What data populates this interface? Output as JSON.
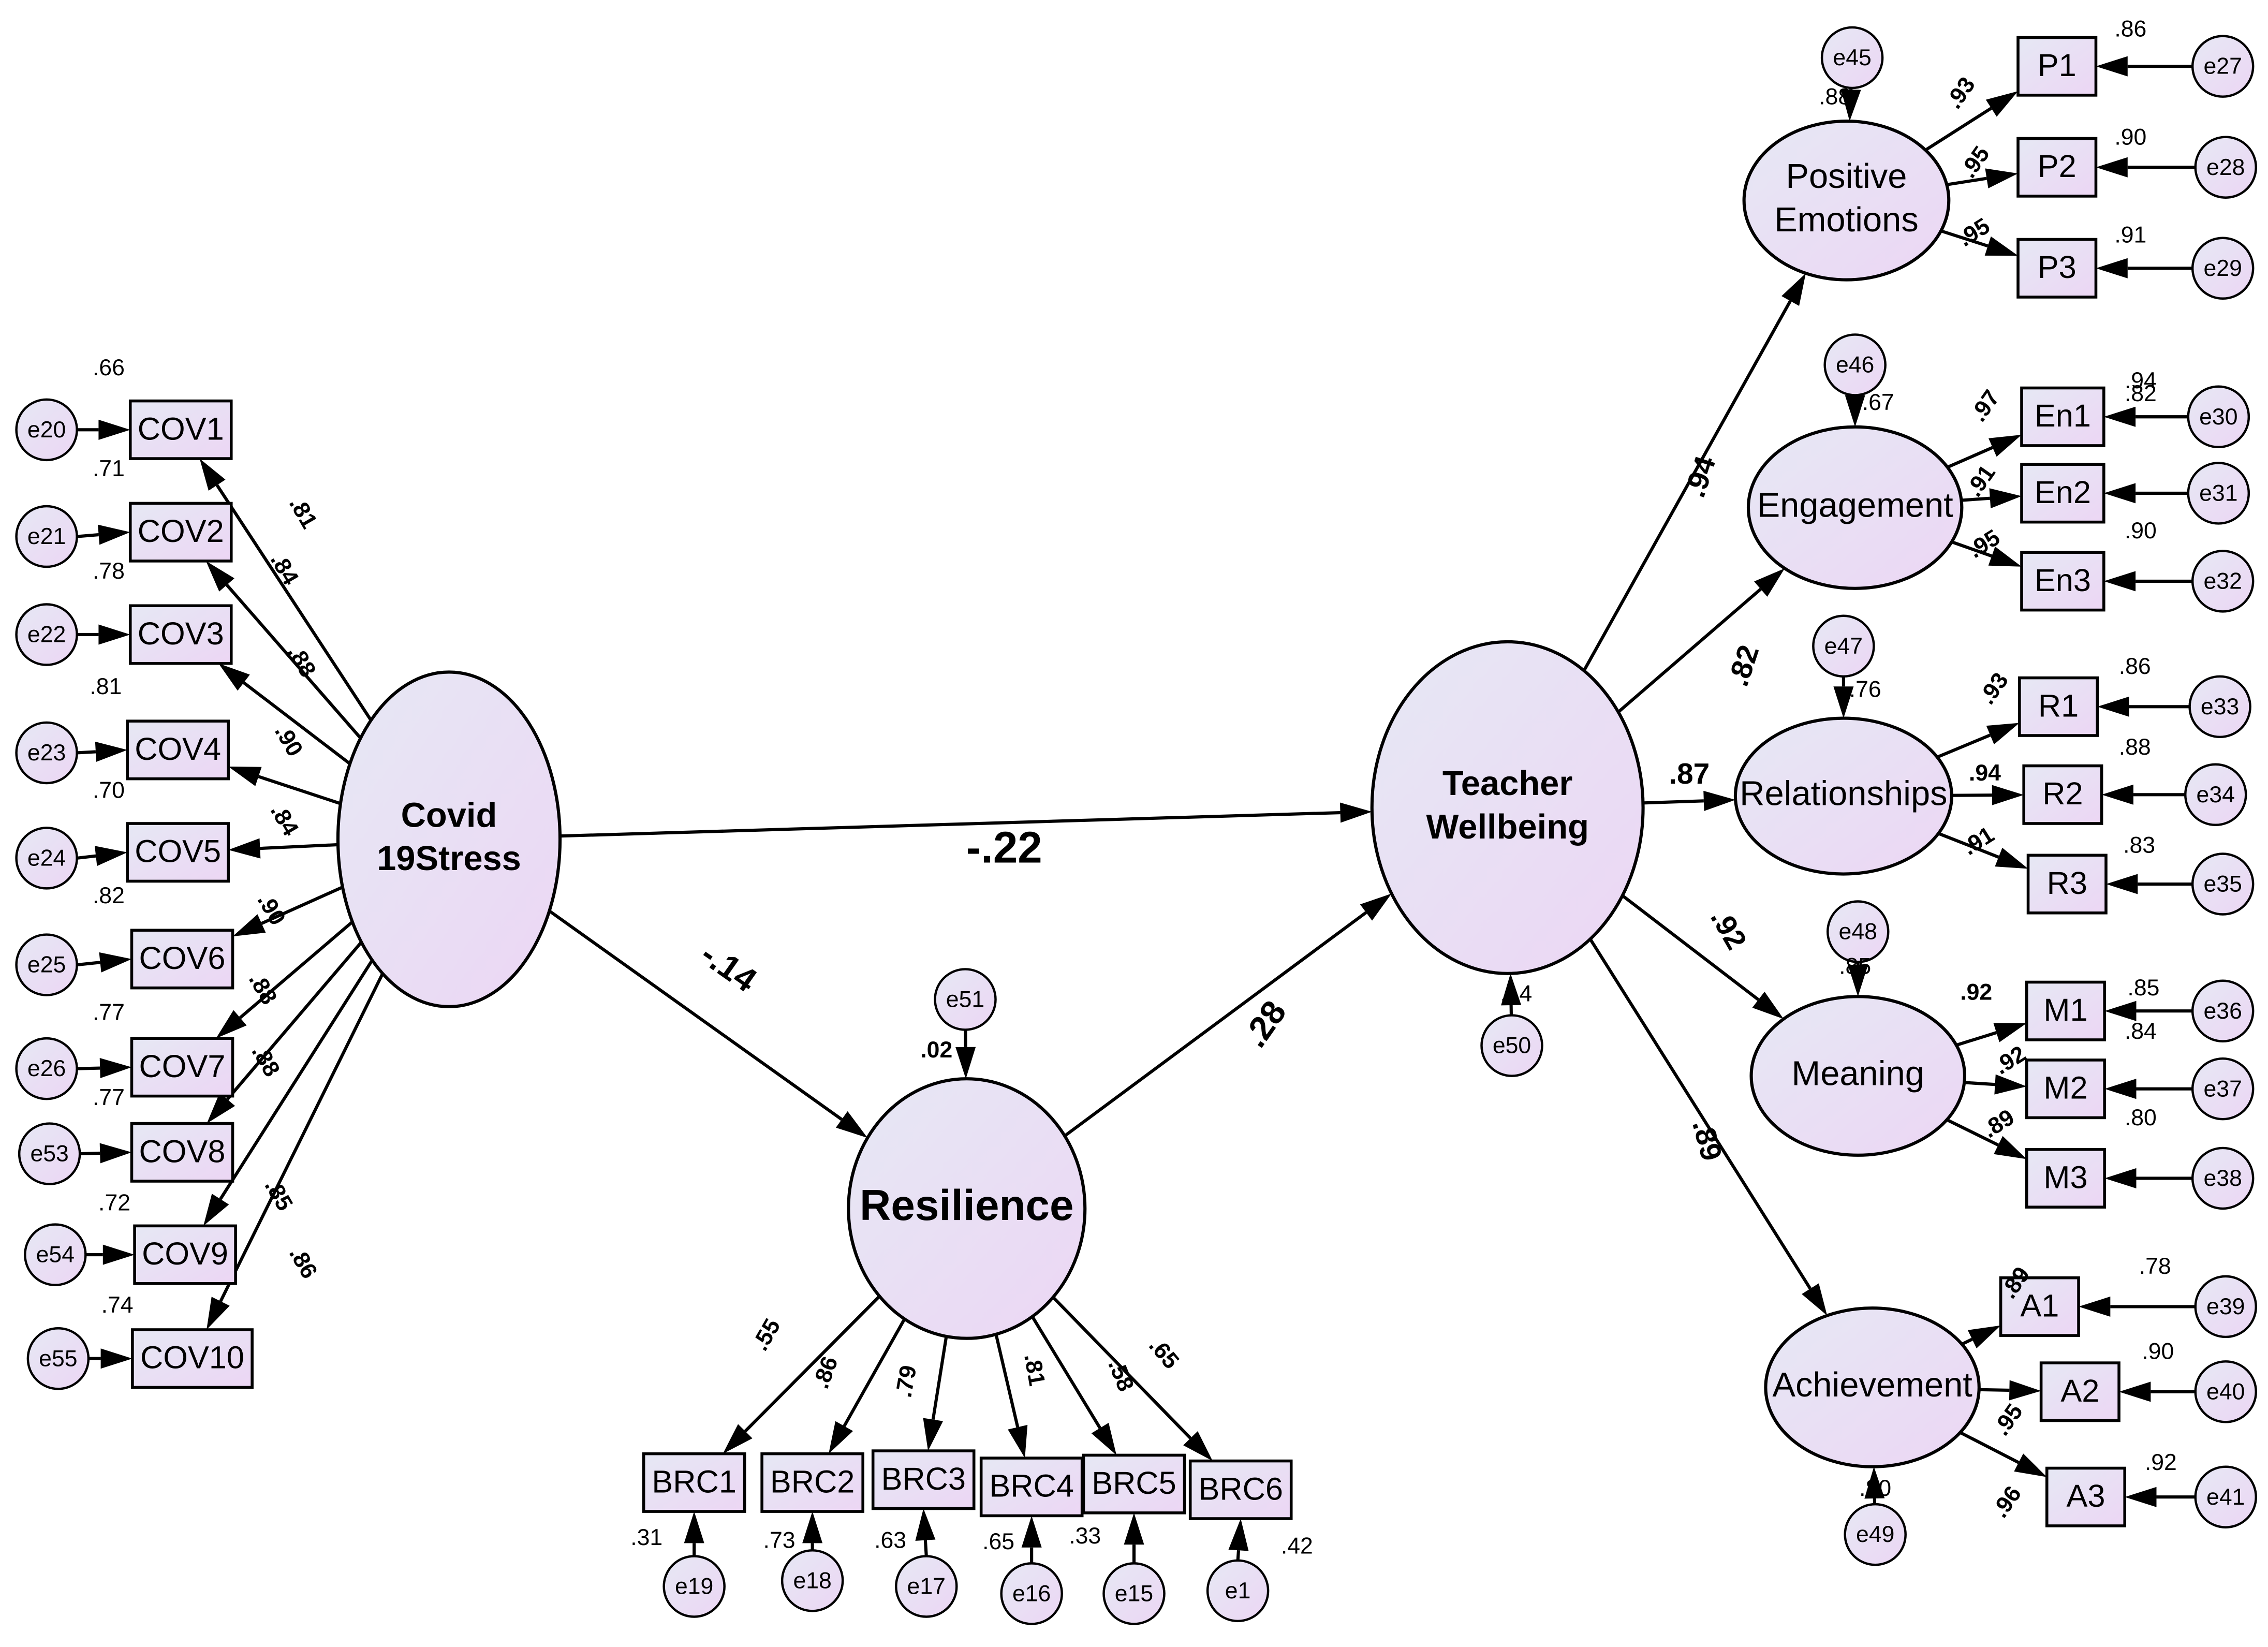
{
  "colors": {
    "fill_light": "#e6e8f4",
    "fill_accent": "#ecd6f4",
    "stroke": "#000000"
  },
  "latents": {
    "covid": {
      "label": [
        "Covid",
        "19Stress"
      ]
    },
    "resilience": {
      "label": [
        "Resilience"
      ]
    },
    "teacher": {
      "label": [
        "Teacher",
        "Wellbeing"
      ]
    },
    "positive_emotions": {
      "label": [
        "Positive",
        "Emotions"
      ]
    },
    "engagement": {
      "label": [
        "Engagement"
      ]
    },
    "relationships": {
      "label": [
        "Relationships"
      ]
    },
    "meaning": {
      "label": [
        "Meaning"
      ]
    },
    "achievement": {
      "label": [
        "Achievement"
      ]
    }
  },
  "structural_paths": [
    {
      "from": "Covid 19Stress",
      "to": "Teacher Wellbeing",
      "value": "-.22"
    },
    {
      "from": "Covid 19Stress",
      "to": "Resilience",
      "value": "-.14"
    },
    {
      "from": "Resilience",
      "to": "Teacher Wellbeing",
      "value": ".28"
    },
    {
      "from": "Teacher Wellbeing",
      "to": "Positive Emotions",
      "value": ".94"
    },
    {
      "from": "Teacher Wellbeing",
      "to": "Engagement",
      "value": ".82"
    },
    {
      "from": "Teacher Wellbeing",
      "to": "Relationships",
      "value": ".87"
    },
    {
      "from": "Teacher Wellbeing",
      "to": "Meaning",
      "value": ".92"
    },
    {
      "from": "Teacher Wellbeing",
      "to": "Achievement",
      "value": ".89"
    }
  ],
  "latent_disturbances": [
    {
      "error": "e51",
      "r2": ".02"
    },
    {
      "error": "e50",
      "r2": ".14"
    },
    {
      "error": "e45",
      "r2": ".88"
    },
    {
      "error": "e46",
      "r2": ".67"
    },
    {
      "error": "e47",
      "r2": ".76"
    },
    {
      "error": "e48",
      "r2": ".85"
    },
    {
      "error": "e49",
      "r2": ".80"
    }
  ],
  "covid_indicators": [
    {
      "name": "COV1",
      "error": "e20",
      "loading": ".81",
      "r2": ".66"
    },
    {
      "name": "COV2",
      "error": "e21",
      "loading": ".84",
      "r2": ".71"
    },
    {
      "name": "COV3",
      "error": "e22",
      "loading": ".88",
      "r2": ".78"
    },
    {
      "name": "COV4",
      "error": "e23",
      "loading": ".90",
      "r2": ".81"
    },
    {
      "name": "COV5",
      "error": "e24",
      "loading": ".84",
      "r2": ".70"
    },
    {
      "name": "COV6",
      "error": "e25",
      "loading": ".90",
      "r2": ".82"
    },
    {
      "name": "COV7",
      "error": "e26",
      "loading": ".88",
      "r2": ".77"
    },
    {
      "name": "COV8",
      "error": "e53",
      "loading": ".88",
      "r2": ".77"
    },
    {
      "name": "COV9",
      "error": "e54",
      "loading": ".85",
      "r2": ".72"
    },
    {
      "name": "COV10",
      "error": "e55",
      "loading": ".86",
      "r2": ".74"
    }
  ],
  "resilience_indicators": [
    {
      "name": "BRC1",
      "error": "e19",
      "loading": ".55",
      "r2": ".31"
    },
    {
      "name": "BRC2",
      "error": "e18",
      "loading": ".86",
      "r2": ".73"
    },
    {
      "name": "BRC3",
      "error": "e17",
      "loading": ".79",
      "r2": ".63"
    },
    {
      "name": "BRC4",
      "error": "e16",
      "loading": ".81",
      "r2": ".65"
    },
    {
      "name": "BRC5",
      "error": "e15",
      "loading": ".58",
      "r2": ".33"
    },
    {
      "name": "BRC6",
      "error": "e1",
      "loading": ".65",
      "r2": ".42"
    }
  ],
  "wellbeing_indicators": [
    {
      "name": "P1",
      "error": "e27",
      "loading": ".93",
      "r2": ".86"
    },
    {
      "name": "P2",
      "error": "e28",
      "loading": ".95",
      "r2": ".90"
    },
    {
      "name": "P3",
      "error": "e29",
      "loading": ".95",
      "r2": ".91"
    },
    {
      "name": "En1",
      "error": "e30",
      "loading": ".97",
      "r2": ".94"
    },
    {
      "name": "En2",
      "error": "e31",
      "loading": ".91",
      "r2": ".82"
    },
    {
      "name": "En3",
      "error": "e32",
      "loading": ".95",
      "r2": ".90"
    },
    {
      "name": "R1",
      "error": "e33",
      "loading": ".93",
      "r2": ".86"
    },
    {
      "name": "R2",
      "error": "e34",
      "loading": ".94",
      "r2": ".88"
    },
    {
      "name": "R3",
      "error": "e35",
      "loading": ".91",
      "r2": ".83"
    },
    {
      "name": "M1",
      "error": "e36",
      "loading": ".92",
      "r2": ".85"
    },
    {
      "name": "M2",
      "error": "e37",
      "loading": ".92",
      "r2": ".84"
    },
    {
      "name": "M3",
      "error": "e38",
      "loading": ".89",
      "r2": ".80"
    },
    {
      "name": "A1",
      "error": "e39",
      "loading": ".89",
      "r2": ".78"
    },
    {
      "name": "A2",
      "error": "e40",
      "loading": ".95",
      "r2": ".90"
    },
    {
      "name": "A3",
      "error": "e41",
      "loading": ".96",
      "r2": ".92"
    }
  ]
}
